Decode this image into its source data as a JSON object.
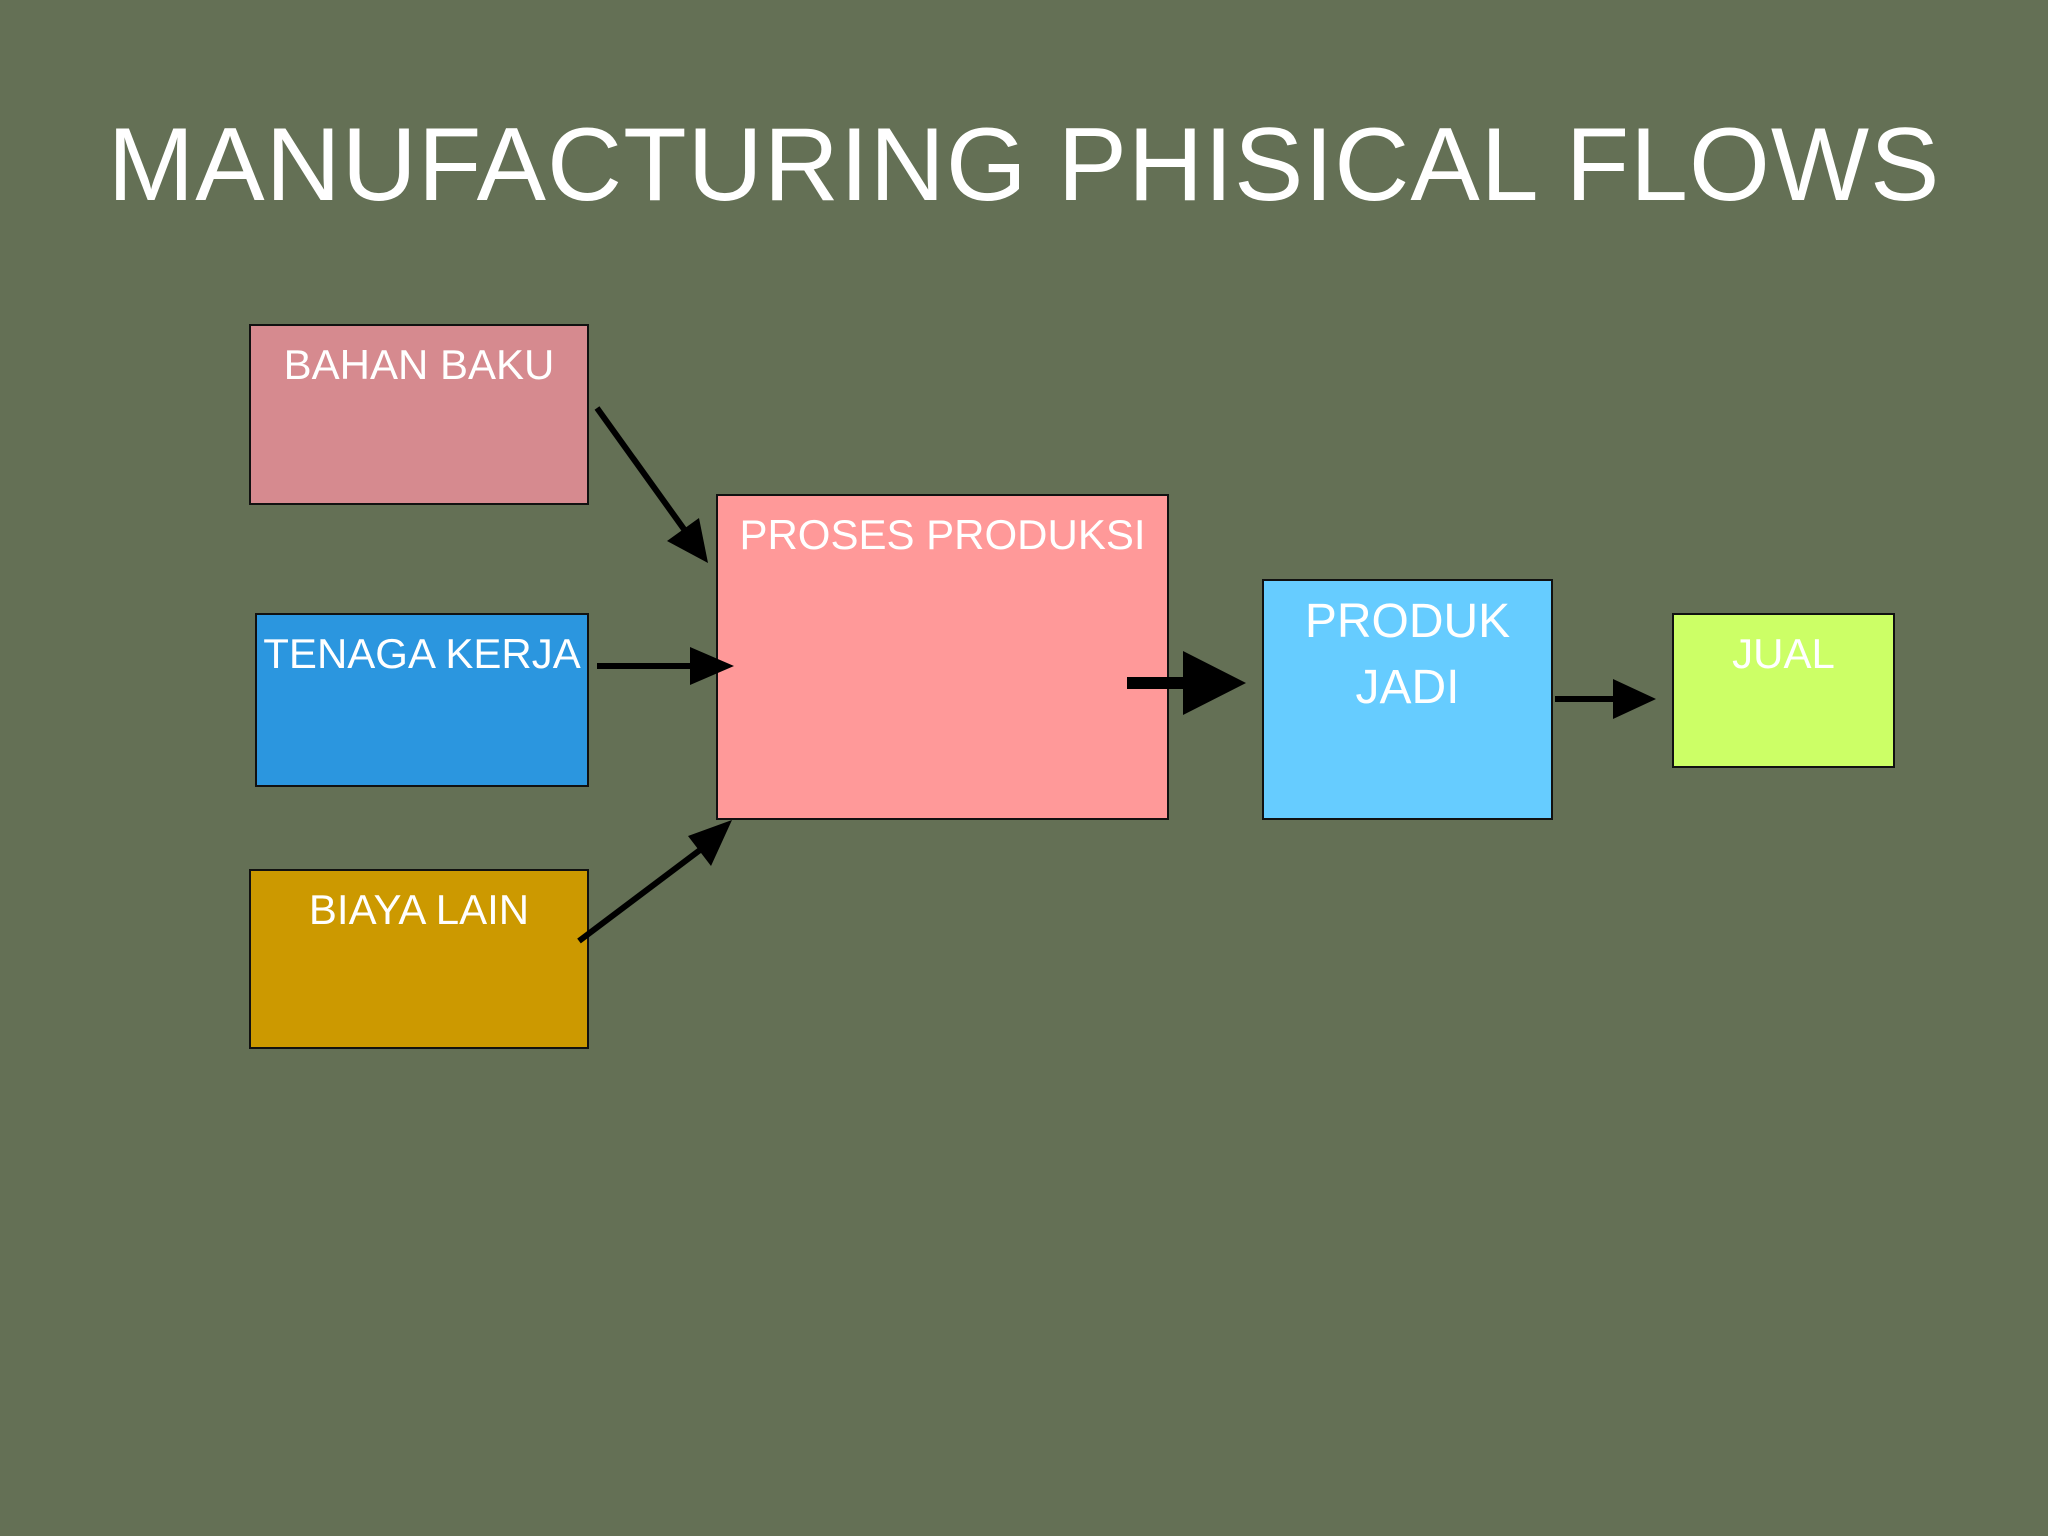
{
  "title": "MANUFACTURING PHISICAL FLOWS",
  "boxes": {
    "bahan_baku": "BAHAN BAKU",
    "tenaga_kerja": "TENAGA KERJA",
    "biaya_lain": "BIAYA LAIN",
    "proses_produksi": "PROSES PRODUKSI",
    "produk_jadi_line1": "PRODUK",
    "produk_jadi_line2": "JADI",
    "jual": "JUAL"
  },
  "colors": {
    "background": "#647055",
    "bahan_baku": "#d68a8f",
    "tenaga_kerja": "#2b96df",
    "biaya_lain": "#cc9900",
    "proses_produksi": "#ff9999",
    "produk_jadi": "#66ccff",
    "jual": "#ccff66",
    "arrow": "#000000",
    "text": "#ffffff"
  }
}
